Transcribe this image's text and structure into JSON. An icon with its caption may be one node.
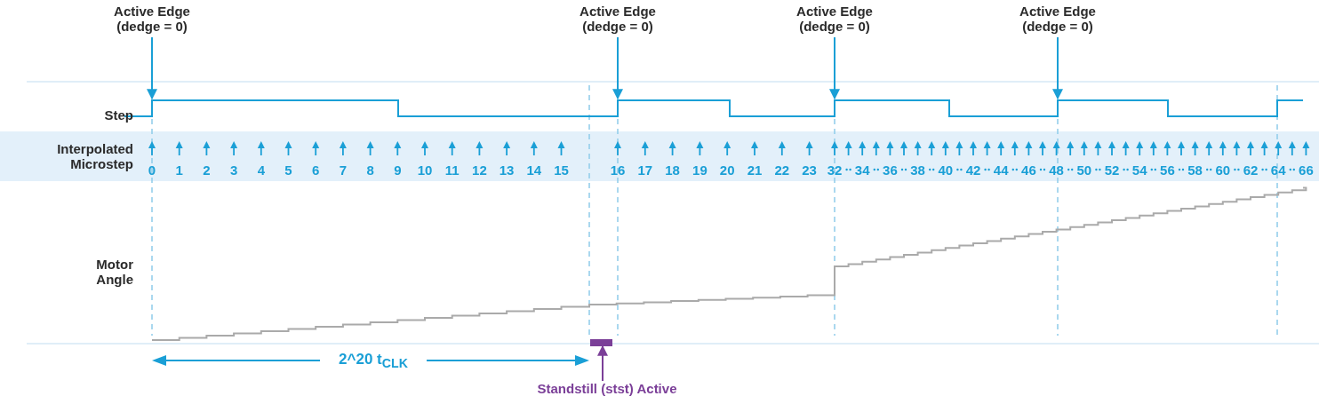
{
  "diagram": {
    "nodes": [
      {
        "text": [
          "Active Edge (dedge = 0)"
        ]
      },
      {
        "text": [
          "Active Edge (dedge = 0)"
        ]
      },
      {
        "text": [
          "Active Edge (dedge = 0)"
        ]
      },
      {
        "text": [
          "Active Edge (dedge = 0)"
        ]
      },
      {
        "text": [],
        "shape": "bar"
      },
      {
        "text": [
          "Standstill (stst) Active"
        ]
      },
      {
        "text": [],
        "shape": "line"
      }
    ],
    "edges": [
      {
        "from": 0,
        "to": 6,
        "arrow": "to"
      },
      {
        "from": 1,
        "to": 6,
        "arrow": "to"
      },
      {
        "from": 2,
        "to": 6,
        "arrow": "to"
      },
      {
        "from": 3,
        "to": 6,
        "arrow": "to"
      },
      {
        "from": 5,
        "to": 4,
        "arrow": "to",
        "color": "#7b3f98"
      }
    ],
    "labels": [
      "Step",
      "Interpolated Microstep",
      "Motor Angle",
      "0",
      "1",
      "2",
      "3",
      "4",
      "5",
      "6",
      "7",
      "8",
      "9",
      "10",
      "11",
      "12",
      "13",
      "14",
      "15",
      "16",
      "17",
      "18",
      "19",
      "20",
      "21",
      "22",
      "23",
      "32",
      "34",
      "36",
      "38",
      "40",
      "42",
      "44",
      "46",
      "48",
      "50",
      "52",
      "54",
      "56",
      "58",
      "60",
      "62",
      "64",
      "66",
      "2^20 t$_{CLK}$"
    ]
  }
}
